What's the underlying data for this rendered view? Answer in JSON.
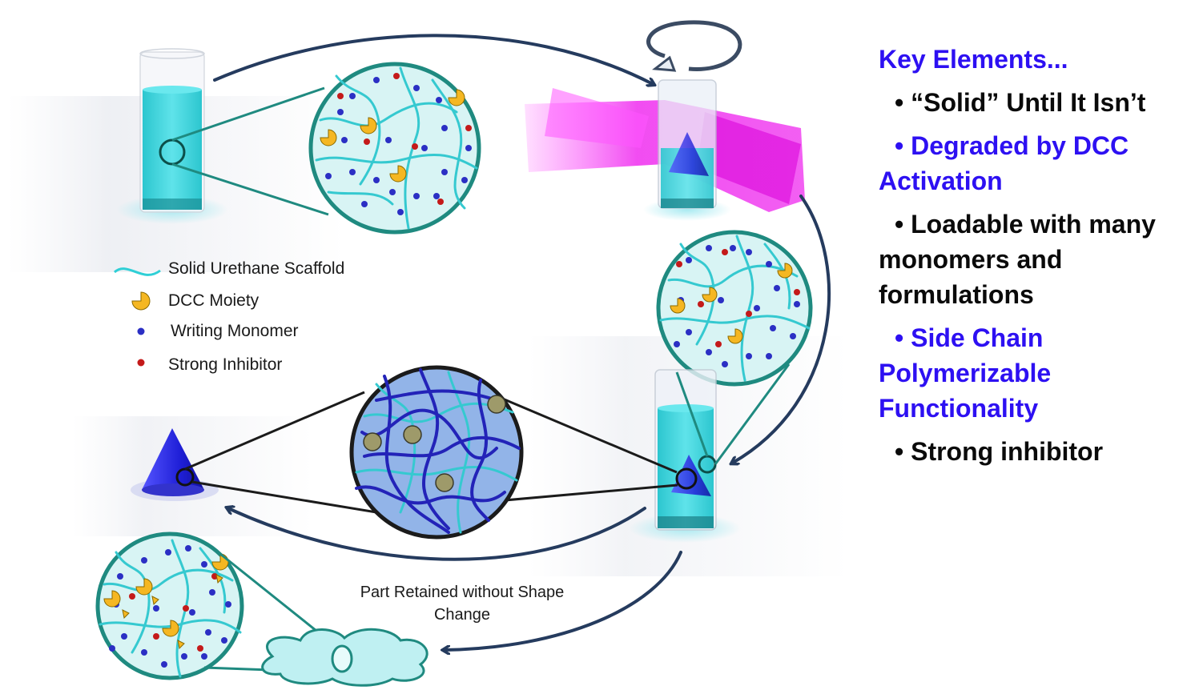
{
  "legend": {
    "scaffold": "Solid Urethane Scaffold",
    "dcc": "DCC Moiety",
    "monomer": "Writing Monomer",
    "inhibitor": "Strong Inhibitor"
  },
  "caption": {
    "line1": "Part Retained without Shape",
    "line2": "Change"
  },
  "key_panel": {
    "title": "Key Elements...",
    "items": [
      {
        "text": "• “Solid” Until It Isn’t",
        "color": "#0a0a0a"
      },
      {
        "text": "• Degraded by DCC Activation",
        "color": "#2d10f2"
      },
      {
        "text": "• Loadable with many monomers and formulations",
        "color": "#0a0a0a"
      },
      {
        "text": "• Side Chain Polymerizable Functionality",
        "color": "#2d10f2"
      },
      {
        "text": "• Strong inhibitor",
        "color": "#0a0a0a"
      }
    ]
  },
  "colors": {
    "arrow": "#253b5e",
    "scaffold": "#2fcfd6",
    "resin": "#38d3db",
    "circle_stroke": "#1f8a80",
    "dcc": "#f5b722",
    "monomer": "#2b2fc4",
    "inhibitor": "#c41a1a",
    "laser": "#ee22ee",
    "cone": "#3a3af0",
    "key_blue": "#2d10f2"
  },
  "icons": [
    "rotation-arrow-icon",
    "cone-part-icon",
    "cloud-puddle-icon"
  ]
}
